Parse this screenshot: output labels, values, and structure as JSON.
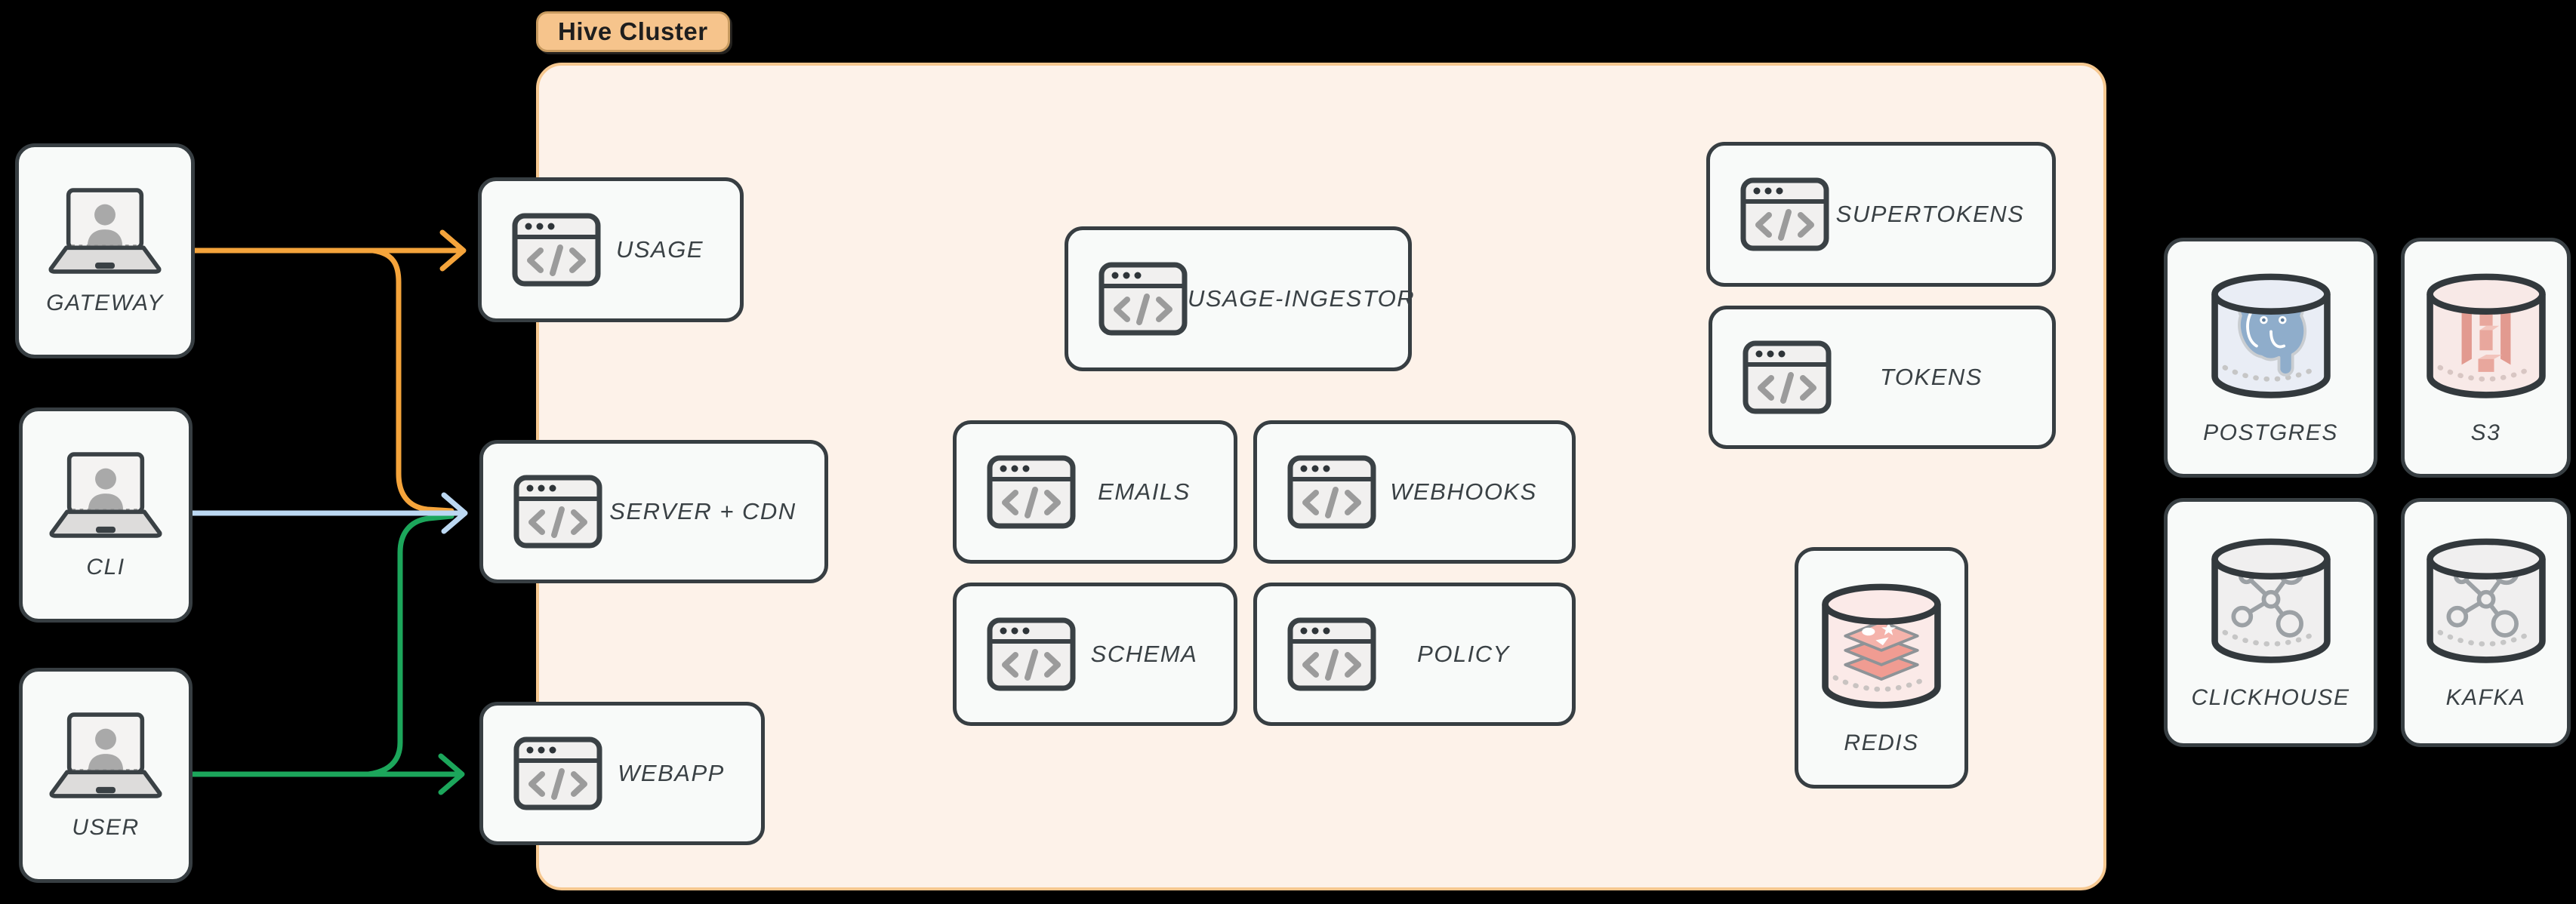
{
  "colors": {
    "background": "#000000",
    "cluster-fill": "#FDF2E9",
    "cluster-border": "#F6C890",
    "cluster-label-bg": "#F6C48C",
    "cluster-label-text": "#1E1E1E",
    "node-fill": "#F8FAF9",
    "node-border": "#373E42",
    "label-text": "#3A4145",
    "edge-orange": "#F5A43B",
    "edge-blue": "#BCD8F2",
    "edge-green": "#1CA65B"
  },
  "cluster": {
    "label": "Hive Cluster"
  },
  "clients": [
    {
      "id": "gateway",
      "label": "GATEWAY",
      "icon": "laptop-user-icon"
    },
    {
      "id": "cli",
      "label": "CLI",
      "icon": "laptop-user-icon"
    },
    {
      "id": "user",
      "label": "USER",
      "icon": "laptop-user-icon"
    }
  ],
  "services": [
    {
      "id": "usage",
      "label": "USAGE",
      "icon": "browser-code-icon"
    },
    {
      "id": "server-cdn",
      "label": "SERVER + CDN",
      "icon": "browser-code-icon"
    },
    {
      "id": "webapp",
      "label": "WEBAPP",
      "icon": "browser-code-icon"
    },
    {
      "id": "usage-ingestor",
      "label": "USAGE-INGESTOR",
      "icon": "browser-code-icon"
    },
    {
      "id": "emails",
      "label": "EMAILS",
      "icon": "browser-code-icon"
    },
    {
      "id": "webhooks",
      "label": "WEBHOOKS",
      "icon": "browser-code-icon"
    },
    {
      "id": "schema",
      "label": "SCHEMA",
      "icon": "browser-code-icon"
    },
    {
      "id": "policy",
      "label": "POLICY",
      "icon": "browser-code-icon"
    },
    {
      "id": "supertokens",
      "label": "SUPERTOKENS",
      "icon": "browser-code-icon"
    },
    {
      "id": "tokens",
      "label": "TOKENS",
      "icon": "browser-code-icon"
    }
  ],
  "datastores": [
    {
      "id": "redis",
      "label": "REDIS",
      "icon": "redis-database-icon",
      "inside_cluster": true
    },
    {
      "id": "postgres",
      "label": "POSTGRES",
      "icon": "postgres-database-icon",
      "inside_cluster": false
    },
    {
      "id": "s3",
      "label": "S3",
      "icon": "s3-database-icon",
      "inside_cluster": false
    },
    {
      "id": "clickhouse",
      "label": "CLICKHOUSE",
      "icon": "clickhouse-database-icon",
      "inside_cluster": false
    },
    {
      "id": "kafka",
      "label": "KAFKA",
      "icon": "kafka-database-icon",
      "inside_cluster": false
    }
  ],
  "edges": [
    {
      "from": "GATEWAY",
      "to": "USAGE",
      "color": "#F5A43B"
    },
    {
      "from": "GATEWAY",
      "to": "SERVER + CDN",
      "color": "#F5A43B"
    },
    {
      "from": "CLI",
      "to": "SERVER + CDN",
      "color": "#BCD8F2"
    },
    {
      "from": "USER",
      "to": "SERVER + CDN",
      "color": "#1CA65B"
    },
    {
      "from": "USER",
      "to": "WEBAPP",
      "color": "#1CA65B"
    }
  ]
}
